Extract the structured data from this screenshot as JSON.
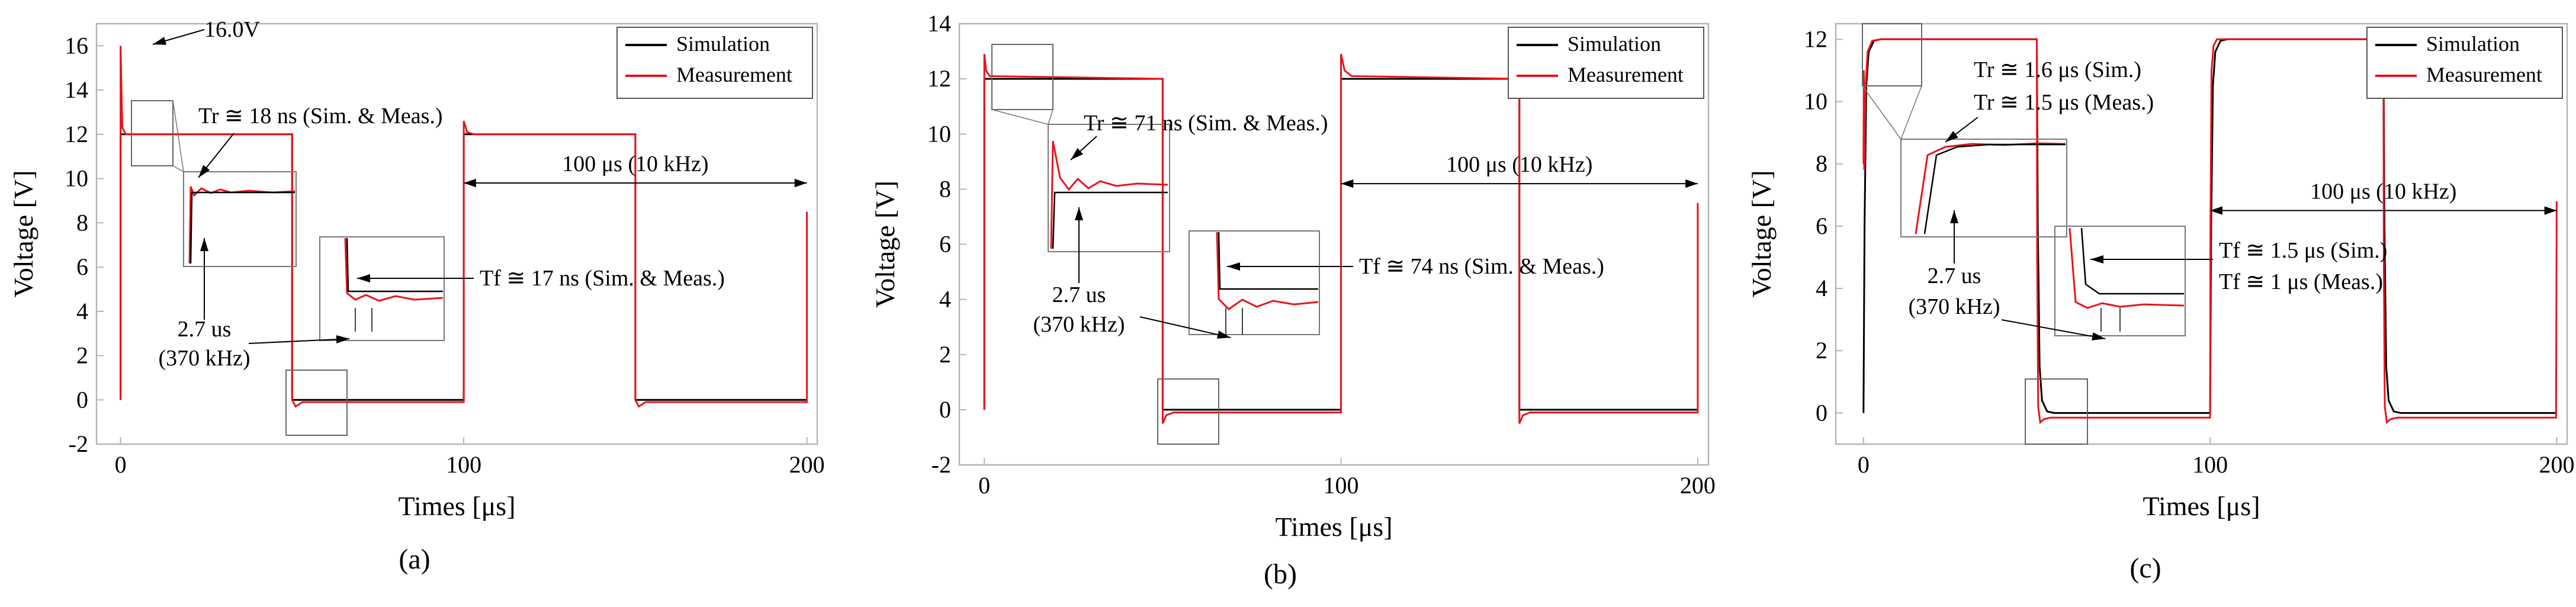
{
  "colors": {
    "simulation": "#000000",
    "measurement": "#e8141c",
    "frame": "#b5b5b5",
    "annotation": "#000000"
  },
  "chart_data": [
    {
      "panel": "(a)",
      "type": "line",
      "title": "",
      "xlabel": "Times [μs]",
      "ylabel": "Voltage [V]",
      "xlim": [
        -7,
        203
      ],
      "ylim": [
        -2,
        17
      ],
      "xticks": [
        0,
        100,
        200
      ],
      "yticks": [
        -2,
        0,
        2,
        4,
        6,
        8,
        10,
        12,
        14,
        16
      ],
      "legend": {
        "position": "top-right",
        "entries": [
          "Simulation",
          "Measurement"
        ]
      },
      "series": [
        {
          "name": "Simulation",
          "x": [
            0,
            0,
            50,
            50,
            100,
            100,
            150,
            150,
            200
          ],
          "y": [
            0,
            12,
            12,
            0,
            0,
            12,
            12,
            0,
            0
          ]
        },
        {
          "name": "Measurement",
          "x": [
            0,
            0,
            0.5,
            1.5,
            50,
            50,
            51,
            53,
            100,
            100,
            101,
            103,
            150,
            150,
            151,
            153,
            200,
            200
          ],
          "y": [
            0,
            16,
            12.3,
            12,
            12,
            0,
            -0.3,
            -0.1,
            -0.1,
            12.6,
            12.1,
            12,
            12,
            0,
            -0.3,
            -0.1,
            -0.1,
            8.5
          ]
        }
      ],
      "annotations": [
        {
          "id": "peak",
          "text": "16.0V"
        },
        {
          "id": "tr",
          "text": "Tr ≅ 18 ns (Sim. & Meas.)"
        },
        {
          "id": "tf",
          "text": "Tf ≅ 17 ns (Sim. & Meas.)"
        },
        {
          "id": "period",
          "text": "100 μs (10 kHz)"
        },
        {
          "id": "ring1",
          "text": "2.7 us"
        },
        {
          "id": "ring2",
          "text": "(370 kHz)"
        }
      ]
    },
    {
      "panel": "(b)",
      "type": "line",
      "title": "",
      "xlabel": "Times [μs]",
      "ylabel": "Voltage [V]",
      "xlim": [
        -7,
        203
      ],
      "ylim": [
        -2,
        14
      ],
      "xticks": [
        0,
        100,
        200
      ],
      "yticks": [
        -2,
        0,
        2,
        4,
        6,
        8,
        10,
        12,
        14
      ],
      "legend": {
        "position": "top-right",
        "entries": [
          "Simulation",
          "Measurement"
        ]
      },
      "series": [
        {
          "name": "Simulation",
          "x": [
            0,
            0,
            50,
            50,
            100,
            100,
            150,
            150,
            200
          ],
          "y": [
            0,
            12,
            12,
            0,
            0,
            12,
            12,
            0,
            0
          ]
        },
        {
          "name": "Measurement",
          "x": [
            0,
            0,
            0.5,
            1.5,
            50,
            50,
            51,
            53,
            100,
            100,
            101,
            103,
            150,
            150,
            151,
            153,
            200,
            200
          ],
          "y": [
            0,
            12.9,
            12.3,
            12.1,
            12,
            -0.5,
            -0.2,
            -0.1,
            -0.1,
            12.9,
            12.3,
            12.1,
            12,
            -0.5,
            -0.2,
            -0.1,
            -0.1,
            7.5
          ]
        }
      ],
      "annotations": [
        {
          "id": "tr",
          "text": "Tr ≅ 71 ns (Sim. & Meas.)"
        },
        {
          "id": "tf",
          "text": "Tf ≅ 74 ns (Sim. & Meas.)"
        },
        {
          "id": "period",
          "text": "100 μs (10 kHz)"
        },
        {
          "id": "ring1",
          "text": "2.7 us"
        },
        {
          "id": "ring2",
          "text": "(370 kHz)"
        }
      ]
    },
    {
      "panel": "(c)",
      "type": "line",
      "title": "",
      "xlabel": "Times [μs]",
      "ylabel": "Voltage [V]",
      "xlim": [
        -8,
        203
      ],
      "ylim": [
        -1,
        12.5
      ],
      "xticks": [
        0,
        100,
        200
      ],
      "yticks": [
        0,
        2,
        4,
        6,
        8,
        10,
        12
      ],
      "legend": {
        "position": "top-right",
        "entries": [
          "Simulation",
          "Measurement"
        ]
      },
      "series": [
        {
          "name": "Simulation",
          "x": [
            0,
            0.3,
            0.8,
            1.5,
            3,
            5,
            50,
            50.3,
            50.8,
            51.5,
            53,
            55,
            100,
            100.3,
            100.8,
            101.5,
            103,
            105,
            150,
            150.3,
            150.8,
            151.5,
            153,
            155,
            200
          ],
          "y": [
            0,
            6,
            10.5,
            11.6,
            11.95,
            12,
            12,
            6,
            1.5,
            0.4,
            0.05,
            0,
            0,
            6,
            10.5,
            11.6,
            11.95,
            12,
            12,
            6,
            1.5,
            0.4,
            0.05,
            0,
            0
          ]
        },
        {
          "name": "Measurement",
          "x": [
            0,
            0.1,
            0.2,
            0.6,
            1.2,
            2.5,
            5,
            50,
            50.1,
            50.4,
            51,
            52,
            54,
            100,
            100.1,
            100.4,
            101,
            102,
            104,
            150,
            150.1,
            150.4,
            151,
            152,
            154,
            199.8,
            200
          ],
          "y": [
            8,
            11,
            7.8,
            10.5,
            11.6,
            11.95,
            12,
            12,
            5,
            0.2,
            -0.3,
            -0.2,
            -0.15,
            -0.15,
            6,
            11,
            11.8,
            12,
            12,
            12,
            5,
            0.2,
            -0.3,
            -0.2,
            -0.15,
            -0.15,
            6.8
          ]
        }
      ],
      "annotations": [
        {
          "id": "tr1",
          "text": "Tr ≅ 1.6 μs (Sim.)"
        },
        {
          "id": "tr2",
          "text": "Tr ≅ 1.5 μs (Meas.)"
        },
        {
          "id": "tf1",
          "text": "Tf ≅ 1.5 μs (Sim.)"
        },
        {
          "id": "tf2",
          "text": "Tf ≅ 1 μs (Meas.)"
        },
        {
          "id": "period",
          "text": "100 μs (10 kHz)"
        },
        {
          "id": "ring1",
          "text": "2.7 us"
        },
        {
          "id": "ring2",
          "text": "(370 kHz)"
        }
      ]
    }
  ]
}
